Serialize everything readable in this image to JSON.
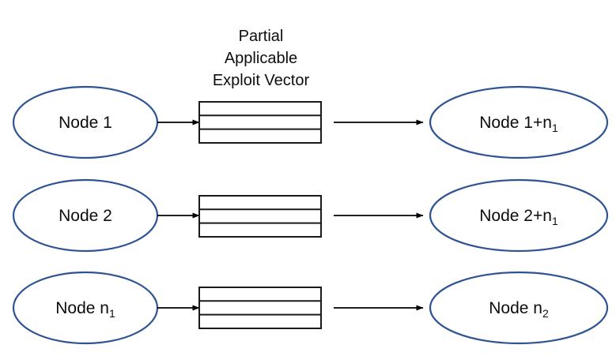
{
  "diagram": {
    "title": "Partial Applicable Exploit Vector",
    "header": {
      "line1": "Partial",
      "line2": "Applicable",
      "line3": "Exploit Vector"
    },
    "colors": {
      "ellipse_stroke": "#2E5395",
      "box_stroke": "#1a1a1a",
      "arrow": "#000000",
      "background": "#ffffff",
      "text": "#0d0d0d"
    },
    "rows": [
      {
        "source": {
          "base": "Node 1",
          "sub": ""
        },
        "vector": {
          "rows": 3
        },
        "target": {
          "base": "Node 1+n",
          "sub": "1"
        }
      },
      {
        "source": {
          "base": "Node 2",
          "sub": ""
        },
        "vector": {
          "rows": 3
        },
        "target": {
          "base": "Node 2+n",
          "sub": "1"
        }
      },
      {
        "source": {
          "base": "Node n",
          "sub": "1"
        },
        "vector": {
          "rows": 3
        },
        "target": {
          "base": "Node n",
          "sub": "2"
        }
      }
    ]
  }
}
